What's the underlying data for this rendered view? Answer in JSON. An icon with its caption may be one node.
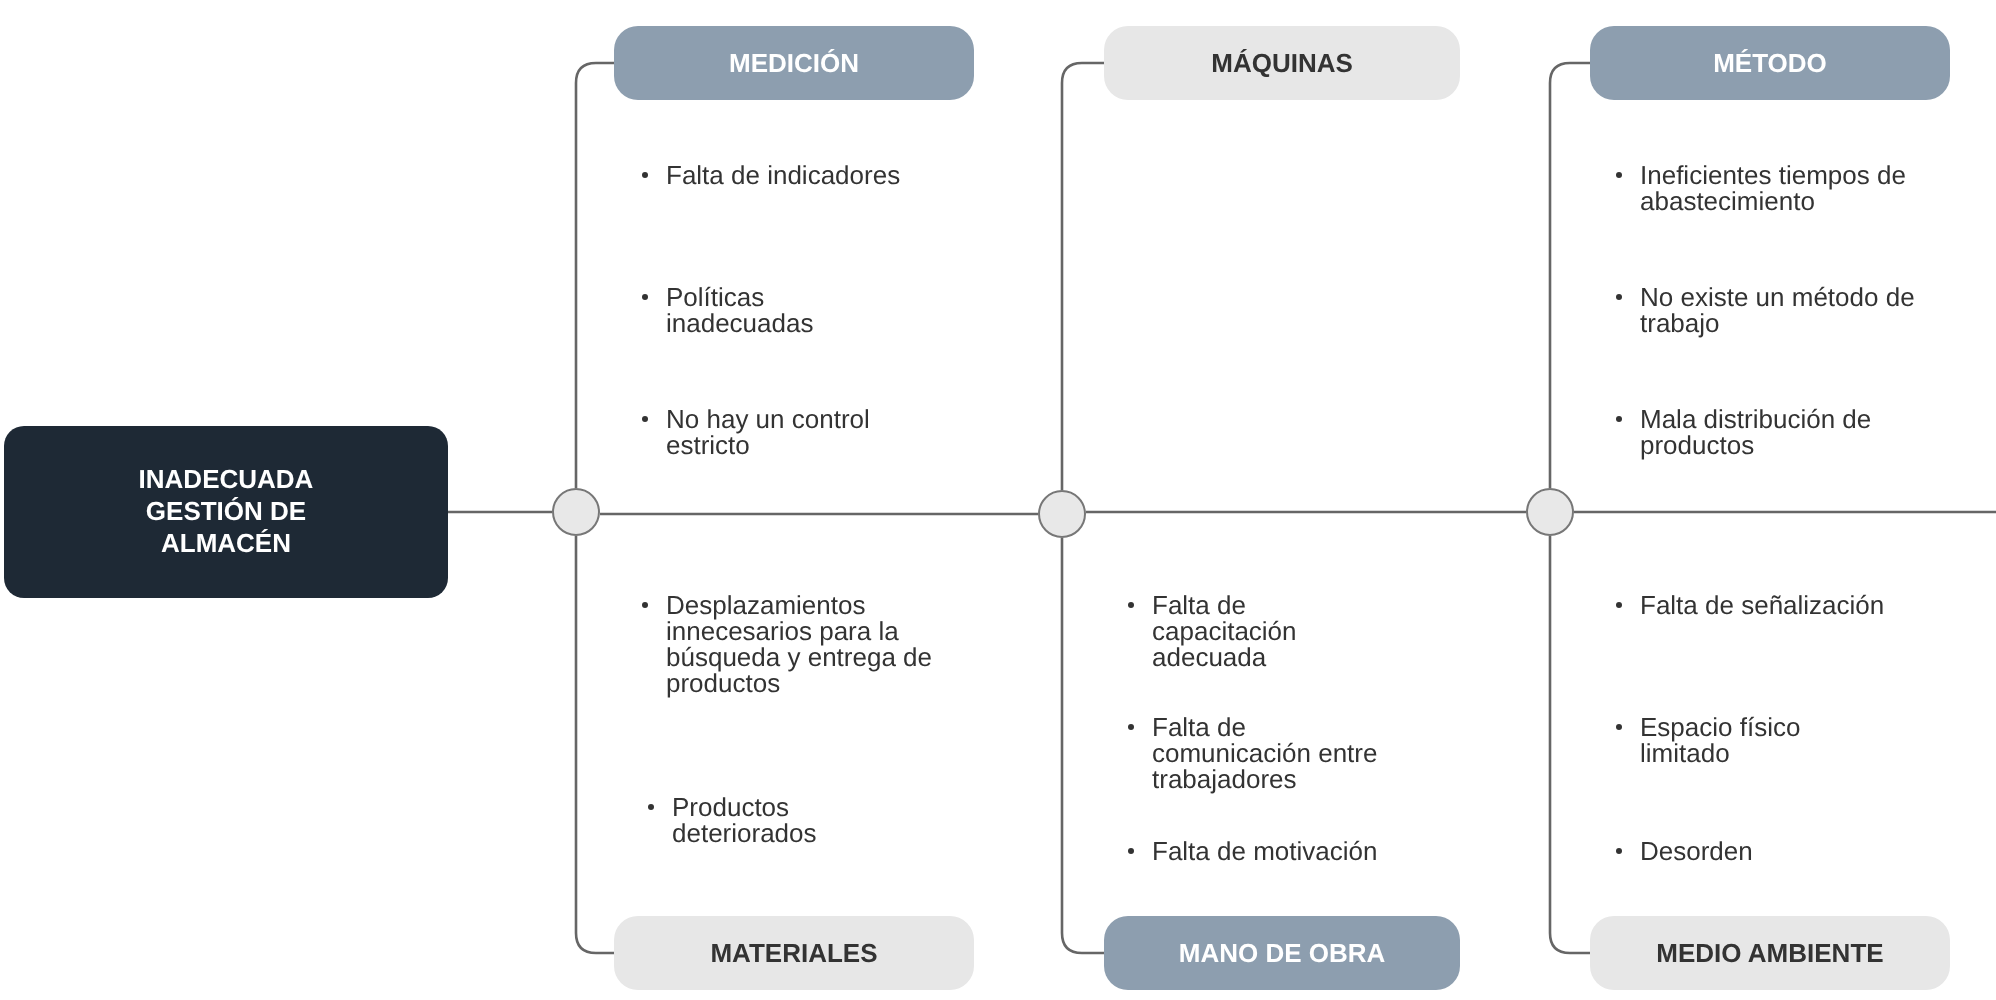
{
  "diagram": {
    "nodes": [
      {
        "text": [
          "INADECUADA GESTIÓN DE ALMACÉN"
        ]
      },
      {
        "text": [
          "MEDICIÓN"
        ]
      },
      {
        "text": [
          "MÁQUINAS"
        ]
      },
      {
        "text": [
          "MÉTODO"
        ]
      },
      {
        "text": [],
        "shape": "circle"
      },
      {
        "text": [],
        "shape": "circle"
      },
      {
        "text": [],
        "shape": "circle"
      },
      {
        "text": [
          "MATERIALES"
        ]
      },
      {
        "text": [
          "MANO DE OBRA"
        ]
      },
      {
        "text": [
          "MEDIO AMBIENTE"
        ]
      }
    ],
    "edges": [
      {
        "from": 0,
        "to": 4,
        "arrow": "none"
      },
      {
        "from": 4,
        "to": 5,
        "arrow": "none"
      },
      {
        "from": 5,
        "to": 6,
        "arrow": "none"
      },
      {
        "from": 6,
        "to": null,
        "arrow": "none"
      },
      {
        "from": 1,
        "to": 4,
        "arrow": "none"
      },
      {
        "from": 2,
        "to": 5,
        "arrow": "none"
      },
      {
        "from": 3,
        "to": 6,
        "arrow": "none"
      },
      {
        "from": 7,
        "to": 4,
        "arrow": "none"
      },
      {
        "from": 8,
        "to": 5,
        "arrow": "none"
      },
      {
        "from": 9,
        "to": 6,
        "arrow": "none"
      }
    ],
    "labels": [
      "Falta de indicadores",
      "Políticas inadecuadas",
      "No hay un control estricto",
      "Ineficientes tiempos de abastecimiento",
      "No existe un método de trabajo",
      "Mala distribución de productos",
      "Desplazamientos innecesarios para la búsqueda y entrega de productos",
      "Productos deteriorados",
      "Falta de capacitación adecuada",
      "Falta de comunicación entre trabajadores",
      "Falta de motivación",
      "Falta de señalización",
      "Espacio físico limitado",
      "Desorden"
    ]
  }
}
